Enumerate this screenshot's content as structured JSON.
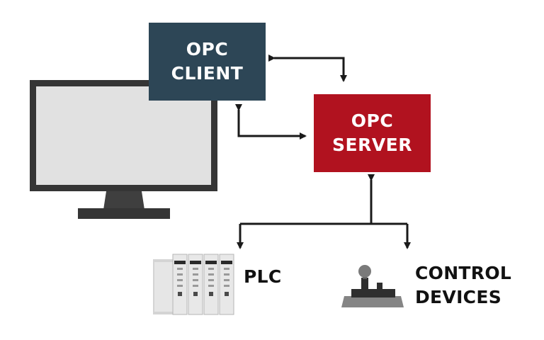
{
  "colors": {
    "client": "#2d4656",
    "server": "#b1121f",
    "arrow": "#1a1a1a",
    "monitor_frame": "#353535",
    "monitor_screen": "#e1e1e1"
  },
  "client_box": {
    "line1": "OPC",
    "line2": "CLIENT"
  },
  "server_box": {
    "line1": "OPC",
    "line2": "SERVER"
  },
  "plc_label": "PLC",
  "devices_label": {
    "line1": "CONTROL",
    "line2": "DEVICES"
  },
  "icons": [
    "monitor-icon",
    "plc-rack-icon",
    "joystick-icon"
  ]
}
